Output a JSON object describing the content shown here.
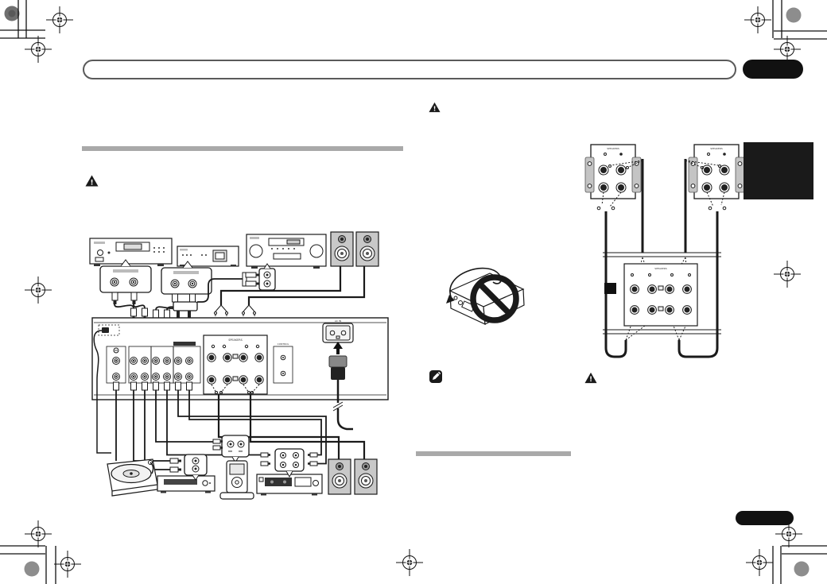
{
  "document": {
    "type": "print-proof page of an audio amplifier connection manual",
    "visible_text_note": "body text layer not rendered; only diagrams, icons and print marks visible"
  },
  "icons": {
    "warning_glyph": "!",
    "note_icon_name": "memo-pencil-icon",
    "prohibition_icon_name": "no-stacking-prohibition-icon"
  },
  "labels": {
    "speakers": "SPEAKERS",
    "control": "CONTROL",
    "ac_in": "AC IN"
  },
  "colors": {
    "ink": "#1a1a1a",
    "section_bar": "#a9a9a9",
    "badge_black": "#111111",
    "speaker_gray": "#c8c8c8",
    "bracket_gray": "#c4c4c4",
    "registration_gray": "#8d8d8d",
    "registration_dark": "#6f6f6f"
  }
}
